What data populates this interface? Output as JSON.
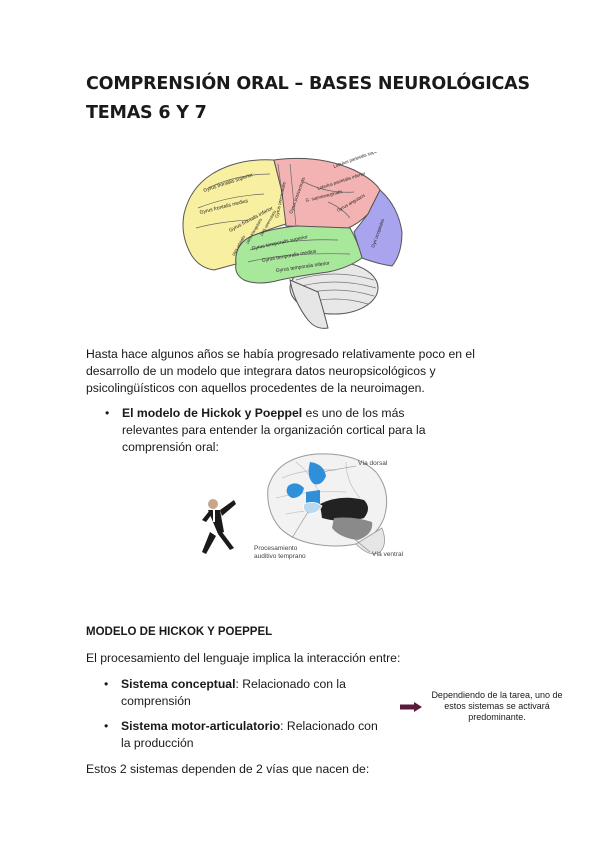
{
  "title": {
    "line1": "COMPRENSIÓN ORAL – BASES NEUROLÓGICAS",
    "line2": "TEMAS 6 Y 7"
  },
  "brain_labels": {
    "frontal_sup": "Gyrus frontalis superior",
    "frontal_med": "Gyrus frontalis medius",
    "frontal_inf": "Gyrus frontalis inferior",
    "pars_tri": "pars triangularis",
    "pars_op": "pars opercularis",
    "pars_orb": "pars orbitalis",
    "precentralis": "Gyrus precentralis",
    "postcentralis": "Gyrus postcentralis",
    "par_sup": "Lobulus parietalis superior",
    "par_inf": "Lobulus parietalis inferior",
    "supramarg": "G. supramarginalis",
    "angularis": "Gyrus angularis",
    "temp_sup": "Gyrus temporalis superior",
    "temp_med": "Gyrus temporalis medius",
    "temp_inf": "Gyrus temporalis inferior",
    "occip": "Gyri occipitales"
  },
  "paragraph1": "Hasta hace algunos años se había progresado relativamente poco en el desarrollo de un modelo que integrara datos neuropsicológicos y psicolingüísticos con aquellos procedentes de la neuroimagen.",
  "bullet1": {
    "bold": "El modelo de Hickok y Poeppel",
    "rest": " es uno de los más relevantes para entender la organización cortical para la comprensión oral:"
  },
  "diagram": {
    "dorsal": "Vía dorsal",
    "ventral": "Vía ventral",
    "proc1": "Procesamiento",
    "proc2": "auditivo temprano"
  },
  "heading": "MODELO DE HICKOK Y POEPPEL",
  "paragraph2": "El procesamiento del lenguaje implica la interacción entre:",
  "bullet2": {
    "bold": "Sistema conceptual",
    "rest": ": Relacionado con la comprensión"
  },
  "bullet3": {
    "bold": "Sistema motor-articulatorio",
    "rest": ": Relacionado con la producción"
  },
  "note": "Dependiendo de la tarea, uno de estos sistemas se activará predominante.",
  "paragraph3": "Estos 2 sistemas dependen de 2 vías que nacen de:",
  "colors": {
    "frontal": "#f8f0a0",
    "parietal": "#f4b3b3",
    "temporal": "#a8e89a",
    "occipital": "#a9a4ee",
    "dorsal_blue": "#2f8fd8",
    "arrow": "#5a1a3a"
  }
}
